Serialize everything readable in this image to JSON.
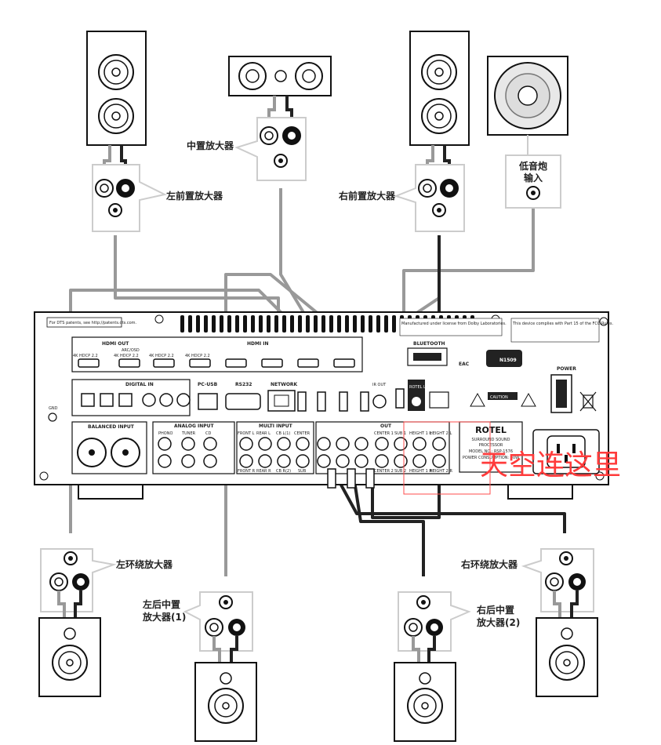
{
  "speakers": {
    "front_left": {
      "label": "左前置放大器"
    },
    "center": {
      "label": "中置放大器"
    },
    "front_right": {
      "label": "右前置放大器"
    },
    "subwoofer": {
      "label_line1": "低音炮",
      "label_line2": "输入"
    },
    "surround_left": {
      "label": "左环绕放大器"
    },
    "surround_right": {
      "label": "右环绕放大器"
    },
    "rear_center_left": {
      "label_line1": "左后中置",
      "label_line2": "放大器(1)"
    },
    "rear_center_right": {
      "label_line1": "右后中置",
      "label_line2": "放大器(2)"
    }
  },
  "receiver": {
    "brand": "ROTEL",
    "product_line1": "SURROUND SOUND",
    "product_line2": "PROCESSOR",
    "model": "MODEL NO.: RSP-1576",
    "power_text": "POWER CONSUMPTION: 60W",
    "hdmi_out": "HDMI OUT",
    "arc_osd": "ARC/OSD",
    "hdmi_in": "HDMI IN",
    "hdcp": "4K HDCP 2.2",
    "digital_in": "DIGITAL IN",
    "pc_usb": "PC-USB",
    "rs232": "RS232",
    "network": "NETWORK",
    "bluetooth": "BLUETOOTH",
    "balanced_input": "BALANCED INPUT",
    "analog_input": "ANALOG INPUT",
    "phono": "PHONO",
    "tuner": "TUNER",
    "cd": "CD",
    "multi_input": "MULTI INPUT",
    "front_l": "FRONT L",
    "front_r": "FRONT R",
    "rear_l": "REAR L",
    "rear_r": "REAR R",
    "cb_l": "CB L(1)",
    "cb_r": "CB R(2)",
    "center_ch": "CENTER",
    "sub_ch": "SUB",
    "out_label": "OUT",
    "center_1": "CENTER 1",
    "center_2": "CENTER 2",
    "sub_1": "SUB 1",
    "sub_2": "SUB 2",
    "height1_l": "HEIGHT 1 L",
    "height1_r": "HEIGHT 1 R",
    "height2_l": "HEIGHT 2 L",
    "height2_r": "HEIGHT 2 R",
    "ir_out": "IR OUT",
    "rotel_link": "ROTEL LINK",
    "power": "POWER",
    "caution": "CAUTION",
    "gnd": "GND",
    "n_cert": "N1509",
    "eac": "EAC",
    "fcc_note": "This device complies with Part 15 of the FCC Rules.",
    "dolby_note": "Manufactured under license from Dolby Laboratories.",
    "rohs_note": "For DTS patents, see http://patents.dts.com."
  },
  "annotation": {
    "text": "天空连这里",
    "color": "#ff3b3b"
  }
}
